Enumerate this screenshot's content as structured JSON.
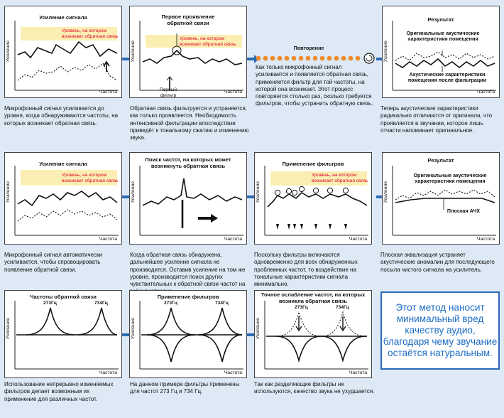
{
  "row1": {
    "p1": {
      "title": "Усиление сигнала",
      "ylabel": "Усиление",
      "xlabel": "Частота",
      "threshold": "Уровень, на котором возникает обратная связь"
    },
    "p2": {
      "title": "Первое проявление обратной связи",
      "ylabel": "Усиление",
      "xlabel": "Частота",
      "threshold": "Уровень, на котором возникает обратная связь",
      "filter_label": "Первый фильтр"
    },
    "repeat": {
      "title": "Повторение",
      "text": "Как только микрофонный сигнал усиливается и появляется обратная связь, применяется фильтр для той частоты, на которой она возникает. Этот процесс повторяется столько раз, сколько требуется фильтров, чтобы устранить обратную связь."
    },
    "p4": {
      "title": "Результат",
      "ylabel": "Усиление",
      "xlabel": "Частота",
      "original": "Оригинальные акустические характеристики помещения",
      "after": "Акустические характеристики помещения после фильтрации"
    },
    "desc1": "Микрофонный сигнал усиливается до уровня, когда обнаруживаются частоты, на которых возникает обратная связь.",
    "desc2": "Обратная связь фильтруется и устраняется, как только проявляется. Необходимость интенсивной фильтрации впоследствии приведёт к тональному сжатию и изменению звука.",
    "desc4": "Теперь акустические характеристики радикально отличаются от оригинала, что проявляется в звучании, которое лишь отчасти напоминает оригинальное."
  },
  "row2": {
    "p1": {
      "title": "Усиление сигнала",
      "ylabel": "Усиление",
      "xlabel": "Частота",
      "threshold": "Уровень, на котором возникает обратная связь"
    },
    "p2": {
      "title": "Поиск частот, на которых может возникнуть обратная связь",
      "ylabel": "Усиление",
      "xlabel": "Частота"
    },
    "p3": {
      "title": "Применение фильтров",
      "ylabel": "Усиление",
      "xlabel": "Частота",
      "threshold": "Уровень, на котором возникает обратная связь"
    },
    "p4": {
      "title": "Результат",
      "ylabel": "Усиление",
      "xlabel": "Частота",
      "original": "Оригинальные акустические характеристики помещения",
      "flat": "Плоская АЧХ"
    },
    "desc1": "Микрофонный сигнал автоматически усиливается, чтобы спровоцировать появление обратной связи.",
    "desc2": "Когда обратная связь обнаружена, дальнейшее усиление сигнала не производится. Оставив усиление на том же уровне, производится поиск других чувствительных к обратной связи частот на всём диапазоне.",
    "desc3": "Поскольку фильтры включаются одновременно для всех обнаруженных проблемных частот, то воздействие на тональные характеристики сигнала минимально.",
    "desc4": "Плоская эквализация устраняет акустические аномалии для последующего посыла чистого сигнала на усилитель."
  },
  "row3": {
    "p1": {
      "title": "Частоты обратной связи",
      "ylabel": "Усиление",
      "xlabel": "Частота",
      "f1": "273Гц",
      "f2": "734Гц"
    },
    "p2": {
      "title": "Применение фильтров",
      "ylabel": "Усиление",
      "xlabel": "Частота",
      "f1": "273Гц",
      "f2": "734Гц"
    },
    "p3": {
      "title": "Точное ослабление частот, на которых возникла обратная связь",
      "ylabel": "Усиление",
      "xlabel": "Частота",
      "f1": "273Гц",
      "f2": "734Гц"
    },
    "desc1": "Использование непрерывно изменяемых фильтров делает возможным их применение для различных частот.",
    "desc2": "На данном примере фильтры применены для частот 273 Гц и 734 Гц.",
    "desc3": "Так как разделяющие фильтры не используются, качество звука не ухудшается.",
    "callout": "Этот метод наносит минимальный вред качеству аудио, благодаря чему звучание остаётся натуральным."
  },
  "colors": {
    "arrow": "#2a6ab5",
    "threshold_band": "#fbeeb3",
    "threshold_text": "#e0002a",
    "dots": "#f08a2a",
    "callout_text": "#1c6cc4"
  }
}
